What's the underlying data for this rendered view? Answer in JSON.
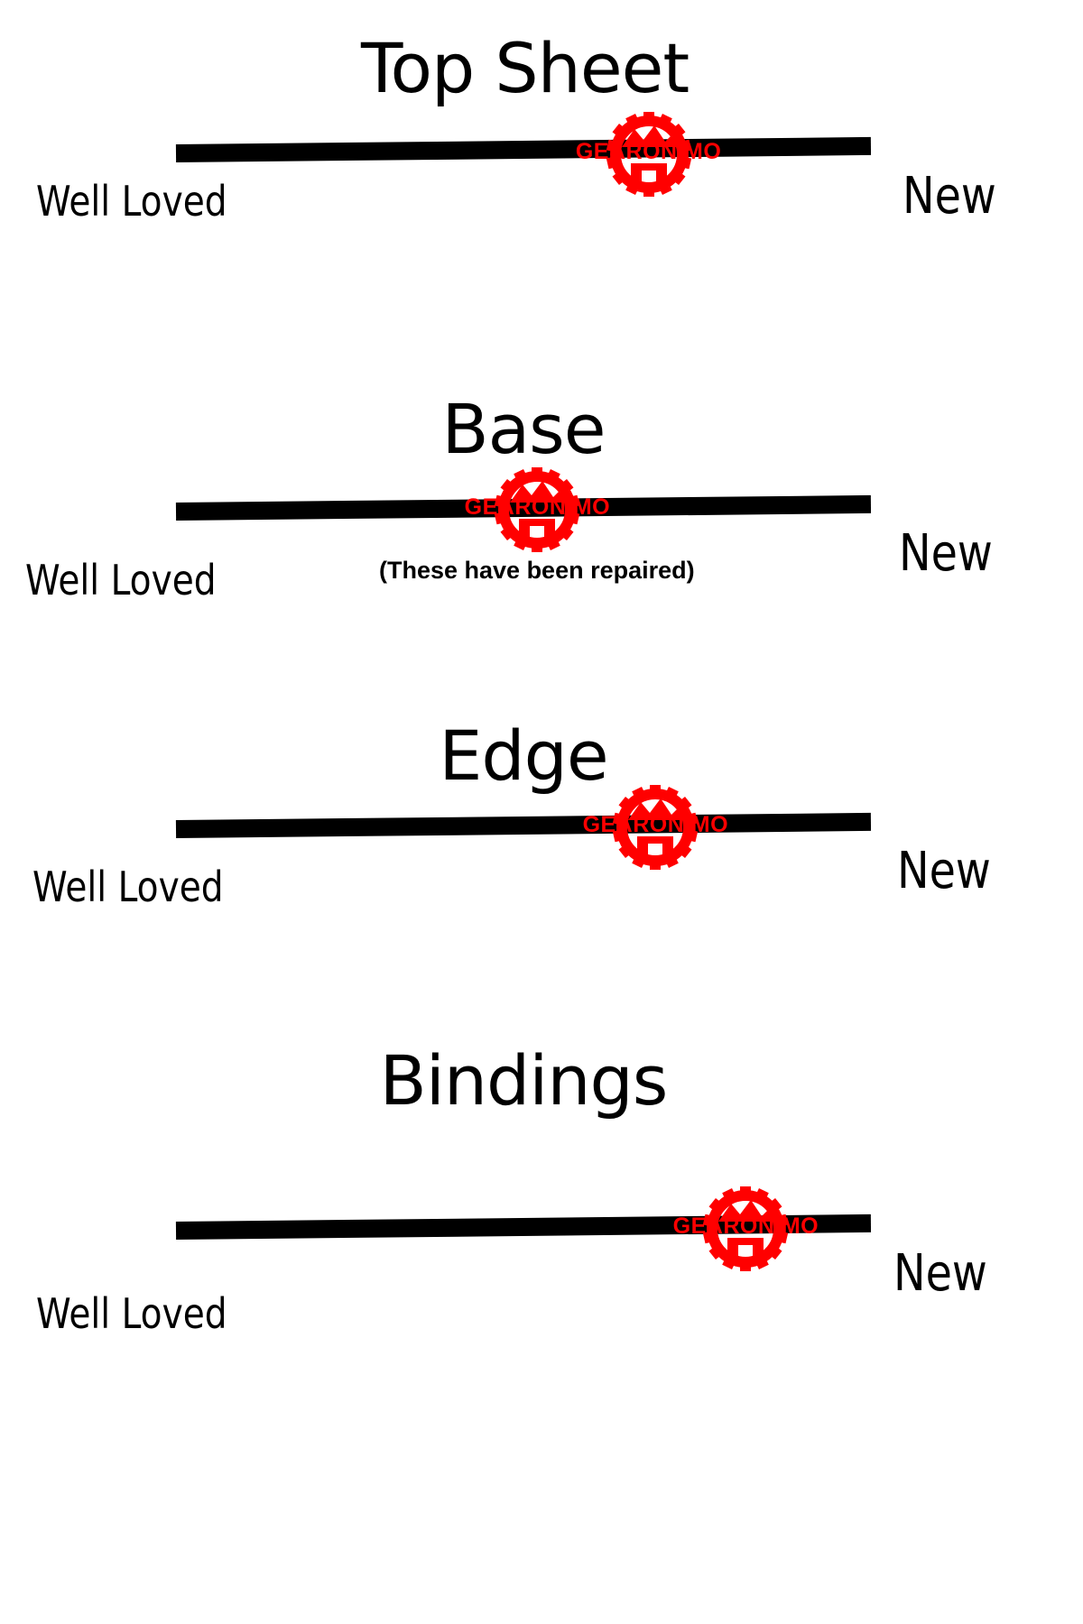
{
  "brand_color": "#ff0000",
  "marker_icon": "gearonimo-gear-logo",
  "scales": [
    {
      "title": "Top Sheet",
      "left_label": "Well Loved",
      "right_label": "New",
      "note": "",
      "rating_fraction": 0.68,
      "logo_text": "GEARONIMO"
    },
    {
      "title": "Base",
      "left_label": "Well Loved",
      "right_label": "New",
      "note": "(These have been repaired)",
      "rating_fraction": 0.52,
      "logo_text": "GEARONIMO"
    },
    {
      "title": "Edge",
      "left_label": "Well Loved",
      "right_label": "New",
      "note": "",
      "rating_fraction": 0.69,
      "logo_text": "GEARONIMO"
    },
    {
      "title": "Bindings",
      "left_label": "Well Loved",
      "right_label": "New",
      "note": "",
      "rating_fraction": 0.82,
      "logo_text": "GEARONIMO"
    }
  ]
}
